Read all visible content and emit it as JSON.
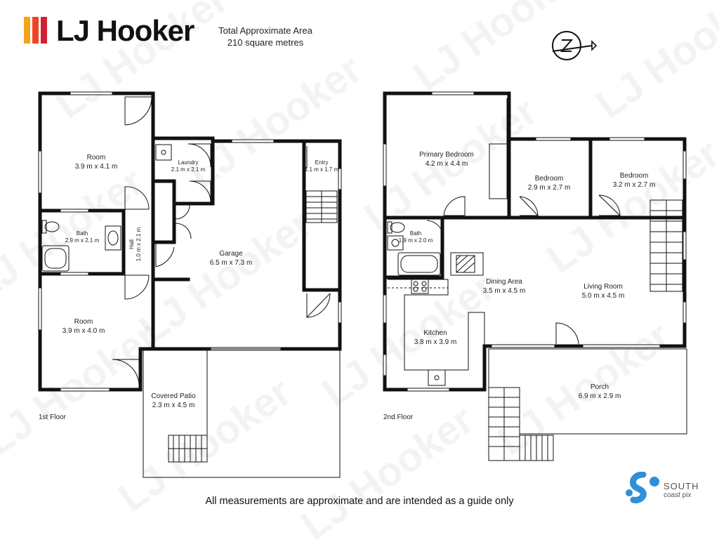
{
  "header": {
    "brand": "LJ Hooker",
    "area_line1": "Total Approximate Area",
    "area_line2": "210 square metres"
  },
  "brand_colors": [
    "#f7a21b",
    "#ee4423",
    "#d01f36"
  ],
  "floors": {
    "first": "1st Floor",
    "second": "2nd Floor"
  },
  "rooms_first": {
    "room_top": {
      "name": "Room",
      "size": "3.9 m x 4.1 m"
    },
    "laundry": {
      "name": "Laundry",
      "size": "2.1 m x 2.1 m"
    },
    "entry": {
      "name": "Entry",
      "size": "1.1 m x 1.7 m"
    },
    "bath": {
      "name": "Bath",
      "size": "2.9 m x 2.1 m"
    },
    "hall": {
      "name": "Hall",
      "size": "1.0 m x 2.1 m"
    },
    "garage": {
      "name": "Garage",
      "size": "6.5 m x 7.3 m"
    },
    "room_bottom": {
      "name": "Room",
      "size": "3.9 m x 4.0 m"
    },
    "patio": {
      "name": "Covered Patio",
      "size": "2.3 m x 4.5 m"
    }
  },
  "rooms_second": {
    "primary": {
      "name": "Primary Bedroom",
      "size": "4.2 m x 4.4 m"
    },
    "bedroom1": {
      "name": "Bedroom",
      "size": "2.9 m x 2.7 m"
    },
    "bedroom2": {
      "name": "Bedroom",
      "size": "3.2 m x 2.7 m"
    },
    "bath": {
      "name": "Bath",
      "size": "1.9 m x 2.0 m"
    },
    "dining": {
      "name": "Dining Area",
      "size": "3.5 m x 4.5 m"
    },
    "living": {
      "name": "Living Room",
      "size": "5.0 m x 4.5 m"
    },
    "kitchen": {
      "name": "Kitchen",
      "size": "3.8 m x 3.9 m"
    },
    "porch": {
      "name": "Porch",
      "size": "6.9 m x 2.9 m"
    }
  },
  "footer": "All measurements are approximate and are intended as a guide only",
  "south_coast_pix": {
    "line1": "SOUTH",
    "line2": "coast pix",
    "color": "#2f8fd8"
  },
  "watermark": "LJ Hooker",
  "icons": [
    "north-arrow-icon",
    "stairs-icon",
    "door-swing-icon",
    "fireplace-icon",
    "stove-icon",
    "bathtub-icon",
    "toilet-icon",
    "sink-icon"
  ]
}
